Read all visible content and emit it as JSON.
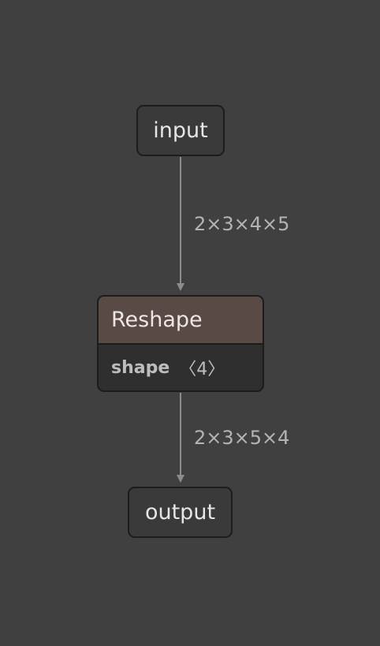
{
  "graph": {
    "nodes": {
      "input": {
        "label": "input"
      },
      "reshape": {
        "title": "Reshape",
        "attribute": {
          "name": "shape",
          "value": "〈4〉"
        }
      },
      "output": {
        "label": "output"
      }
    },
    "edges": [
      {
        "from": "input",
        "to": "reshape",
        "label": "2×3×4×5"
      },
      {
        "from": "reshape",
        "to": "output",
        "label": "2×3×5×4"
      }
    ]
  },
  "colors": {
    "background": "#404040",
    "node_fill": "#3a3a3a",
    "node_border": "#1c1c1c",
    "op_header": "#5a4a46",
    "edge": "#8c8c8c"
  }
}
